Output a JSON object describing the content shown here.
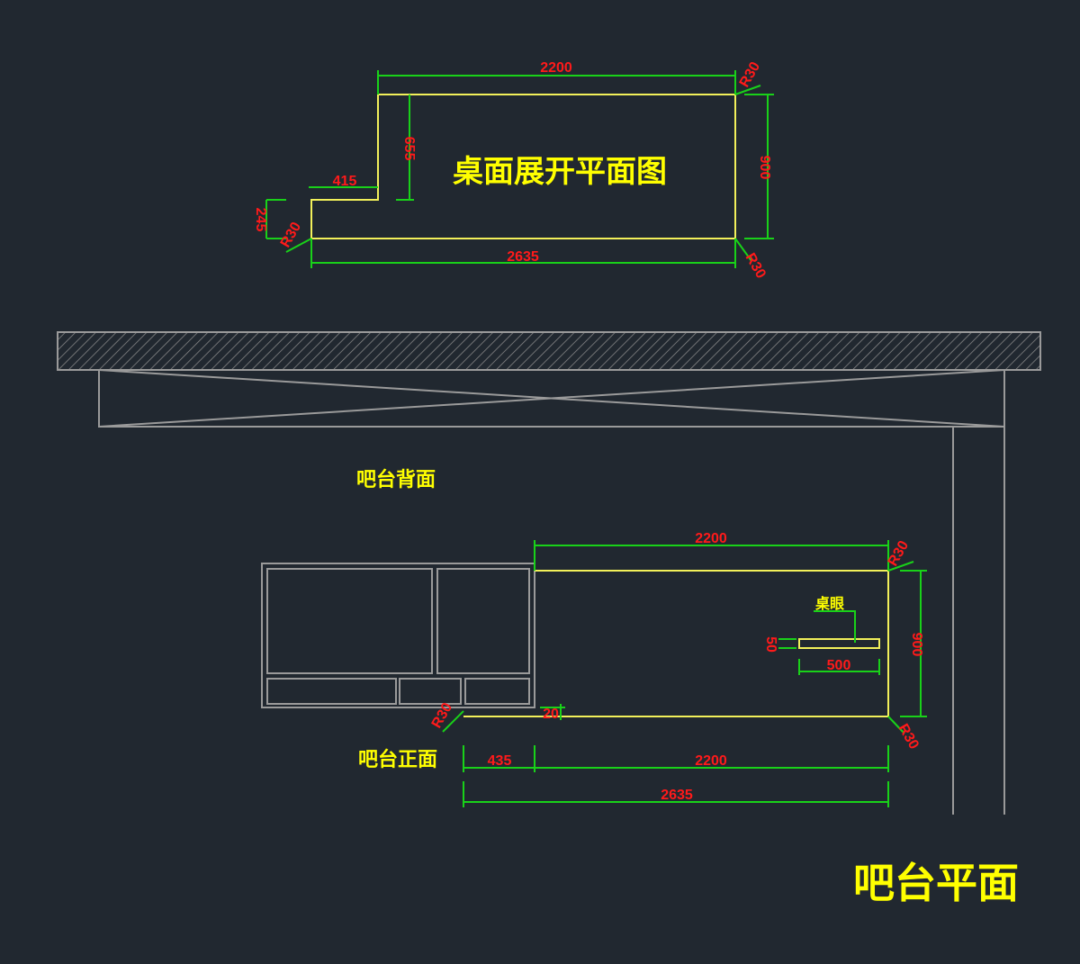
{
  "titles": {
    "top_plan": "桌面展开平面图",
    "back": "吧台背面",
    "front": "吧台正面",
    "main": "吧台平面",
    "hole": "桌眼"
  },
  "top_dims": {
    "width_top": "2200",
    "height_step": "655",
    "step": "415",
    "left_h": "245",
    "right_h": "900",
    "bottom": "2635",
    "radius": "R30"
  },
  "bottom_dims": {
    "width_top": "2200",
    "right_h": "900",
    "hole_w": "500",
    "hole_h": "50",
    "seg_left": "435",
    "seg_right": "2200",
    "total": "2635",
    "small": "20",
    "radius": "R30"
  },
  "colors": {
    "background": "#212830",
    "outline": "#f2f05a",
    "dimension": "#19d119",
    "dim_text": "#ff1a1a",
    "title": "#ffff00",
    "wall": "#9a9a9a"
  }
}
